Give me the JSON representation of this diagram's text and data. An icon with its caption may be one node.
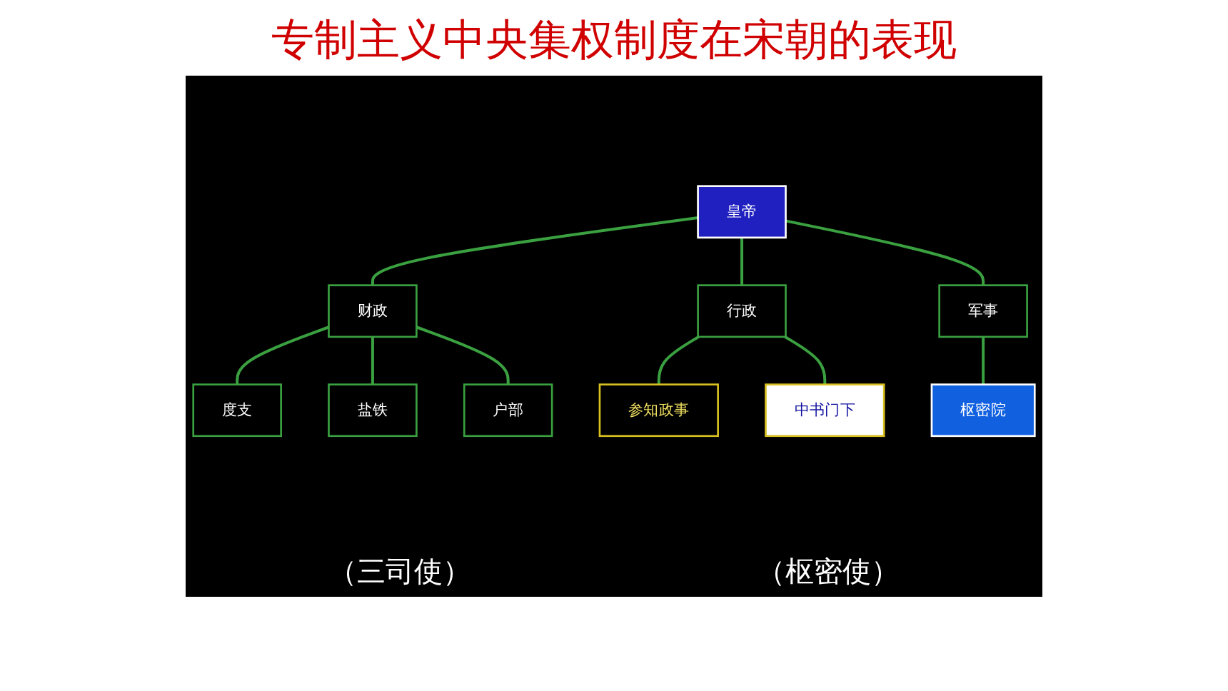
{
  "diagram": {
    "title": "专制主义中央集权制度在宋朝的表现",
    "nodes": [
      {
        "text": [
          "皇帝"
        ]
      },
      {
        "text": [
          "财政"
        ]
      },
      {
        "text": [
          "行政"
        ]
      },
      {
        "text": [
          "军事"
        ]
      },
      {
        "text": [
          "度支"
        ]
      },
      {
        "text": [
          "盐铁"
        ]
      },
      {
        "text": [
          "户部"
        ]
      },
      {
        "text": [
          "参知政事"
        ]
      },
      {
        "text": [
          "中书门下"
        ]
      },
      {
        "text": [
          "枢密院"
        ]
      }
    ],
    "edges": [
      {
        "from": 0,
        "to": 1,
        "arrow": "none"
      },
      {
        "from": 0,
        "to": 2,
        "arrow": "none"
      },
      {
        "from": 0,
        "to": 3,
        "arrow": "none"
      },
      {
        "from": 1,
        "to": 4,
        "arrow": "none"
      },
      {
        "from": 1,
        "to": 5,
        "arrow": "none"
      },
      {
        "from": 1,
        "to": 6,
        "arrow": "none"
      },
      {
        "from": 2,
        "to": 7,
        "arrow": "none"
      },
      {
        "from": 2,
        "to": 8,
        "arrow": "none"
      },
      {
        "from": 3,
        "to": 9,
        "arrow": "none"
      }
    ],
    "labels": [
      "（三司使）",
      "（枢密使）"
    ]
  }
}
